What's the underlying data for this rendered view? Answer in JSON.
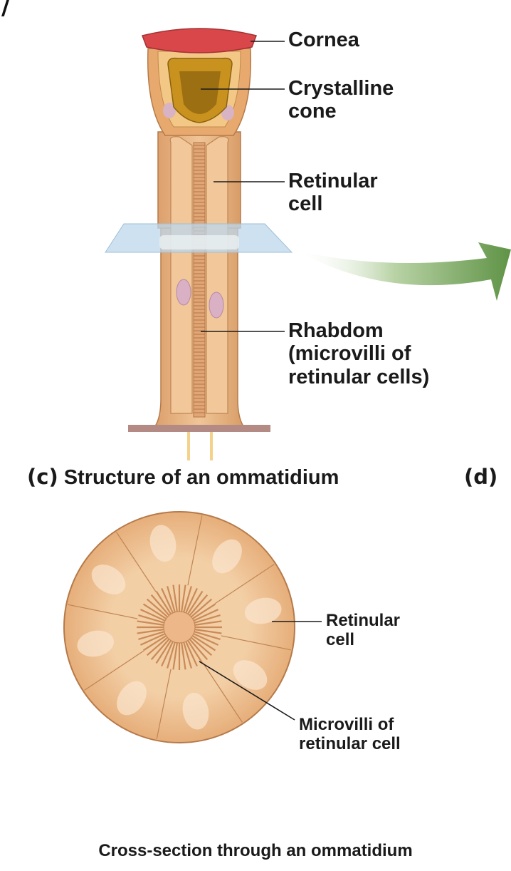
{
  "top_corner_glyph": "/",
  "ommatidium_labels": {
    "cornea": "Cornea",
    "crystalline_cone": [
      "Crystalline",
      "cone"
    ],
    "retinular_cell": [
      "Retinular",
      "cell"
    ],
    "rhabdom": [
      "Rhabdom",
      "(microvilli of",
      "retinular cells)"
    ]
  },
  "panel_c": {
    "tag": "(c)",
    "title": "Structure of an ommatidium"
  },
  "panel_d": {
    "tag": "(d)"
  },
  "cross_section_labels": {
    "retinular_cell": [
      "Retinular",
      "cell"
    ],
    "microvilli": [
      "Microvilli of",
      "retinular cell"
    ]
  },
  "cross_section_caption": "Cross-section through an ommatidium",
  "colors": {
    "cornea": "#d9474a",
    "cone": "#b8860b",
    "cell_fill": "#e8b483",
    "cell_outline": "#b57a4a",
    "light_cell": "#f6d3ad",
    "plane": "#bcd7ec",
    "arrow": "#6e9e55",
    "base": "#b48a85"
  }
}
